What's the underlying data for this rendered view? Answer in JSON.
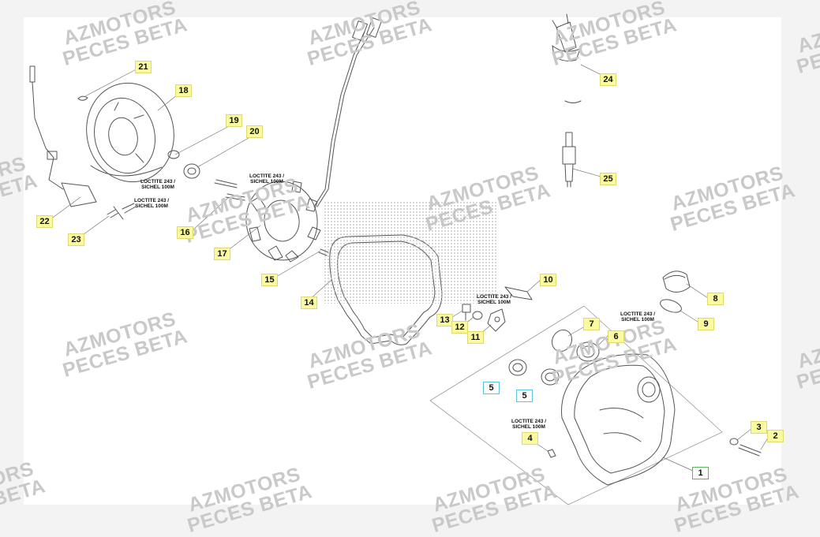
{
  "watermark": {
    "line1": "AZMOTORS",
    "line2": "PECES BETA"
  },
  "callouts": {
    "c1": "1",
    "c2": "2",
    "c3": "3",
    "c4": "4",
    "c5a": "5",
    "c5b": "5",
    "c6": "6",
    "c7": "7",
    "c8": "8",
    "c9": "9",
    "c10": "10",
    "c11": "11",
    "c12": "12",
    "c13": "13",
    "c14": "14",
    "c15": "15",
    "c16": "16",
    "c17": "17",
    "c18": "18",
    "c19": "19",
    "c20": "20",
    "c21": "21",
    "c22": "22",
    "c23": "23",
    "c24": "24",
    "c25": "25"
  },
  "notes": {
    "line1": "LOCTITE 243 /",
    "line2": "SICHEL 100M"
  },
  "colors": {
    "callout_fill": "#fcfaa0",
    "callout_cyan_border": "#5bc5dd",
    "callout_green_border": "#62b35a",
    "watermark": "#c9c9c9",
    "line": "#555555"
  }
}
